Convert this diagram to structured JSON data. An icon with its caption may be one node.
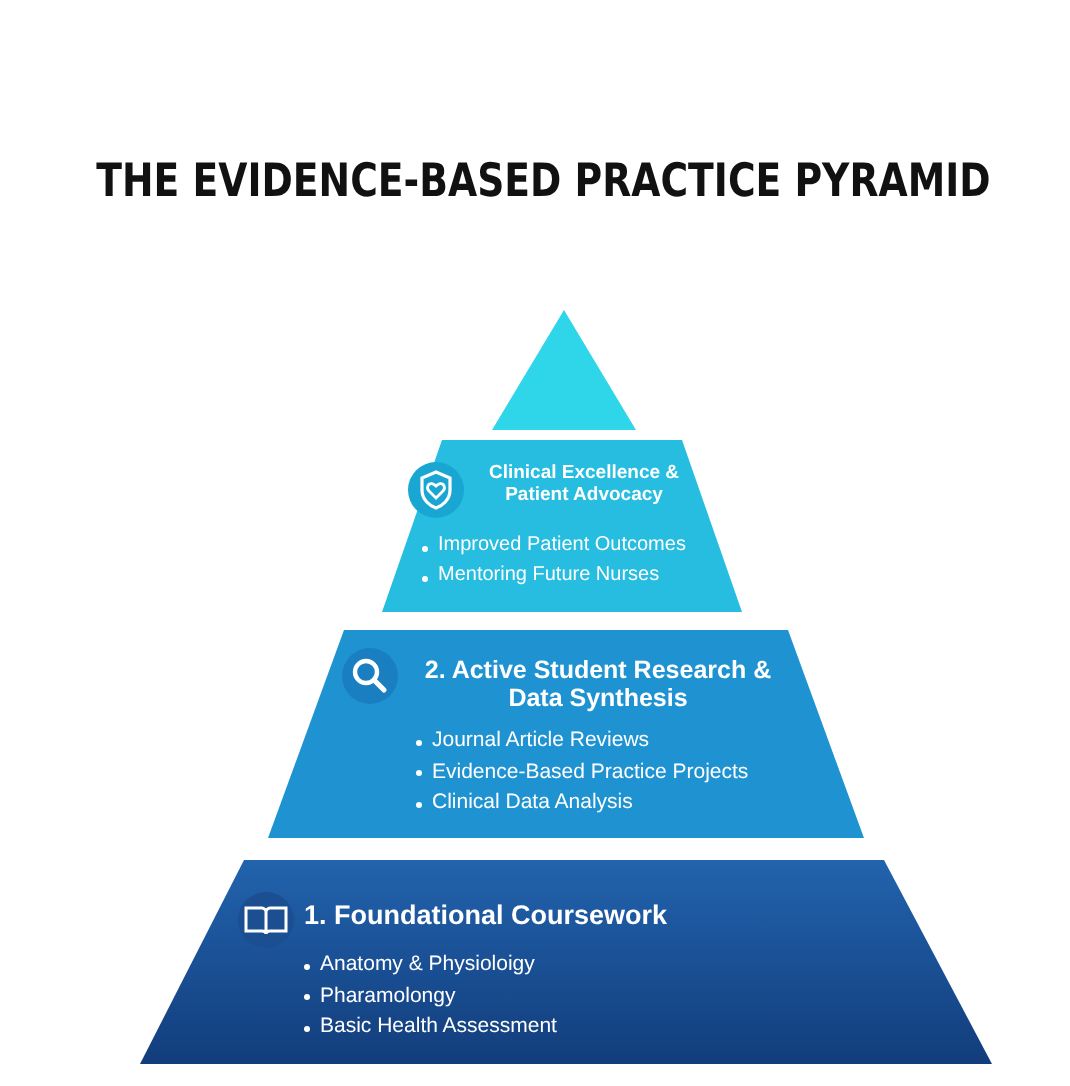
{
  "diagram": {
    "title": "THE EVIDENCE-BASED PRACTICE PYRAMID",
    "nodes": [
      {
        "text": [],
        "shape": "triangle"
      },
      {
        "text": [
          "Clinical Excellence & Patient Advocacy",
          "Improved Patient Outcomes",
          "Mentoring Future Nurses"
        ]
      },
      {
        "text": [
          "2. Active Student Research & Data Synthesis",
          "Journal Article Reviews",
          "Evidence-Based Practice Projects",
          "Clinical Data Analysis"
        ]
      },
      {
        "text": [
          "1. Foundational Coursework",
          "Anatomy & Physioloigy",
          "Pharamolongy",
          "Basic Health Assessment"
        ]
      }
    ],
    "edges": []
  }
}
